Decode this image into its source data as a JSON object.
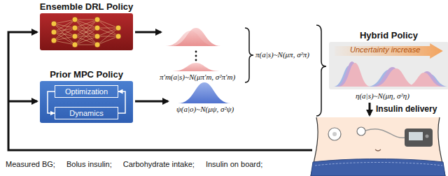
{
  "diagram": {
    "nodes": [
      {
        "text": [
          "Ensemble DRL Policy"
        ]
      },
      {
        "text": [
          "Prior MPC Policy"
        ]
      },
      {
        "text": [
          "Optimization"
        ],
        "in": 1
      },
      {
        "text": [
          "Dynamics"
        ],
        "in": 1
      },
      {
        "text": [
          "Hybrid Policy",
          "Uncertainty increase"
        ]
      }
    ],
    "edges": [
      {
        "from": 2,
        "to": 3,
        "arrow": "to"
      },
      {
        "from": 3,
        "to": 2,
        "arrow": "to"
      }
    ],
    "labels": [
      "π′m(a|s)~N(μπ′m, σ²π′m)",
      "π(a|s)~N(μπ, σ²π)",
      "ψ(a|o)~N(μψ, σ²ψ)",
      "η(a|s)~N(μη, σ²η)",
      "Insulin delivery",
      "Measured BG;",
      "Bolus insulin;",
      "Carbohydrate intake;",
      "Insulin on board;"
    ]
  }
}
